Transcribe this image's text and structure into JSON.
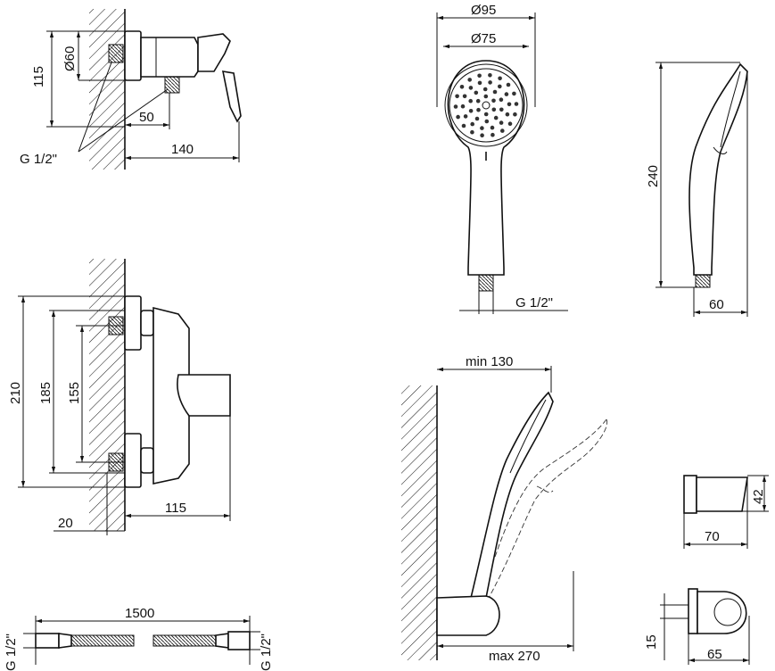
{
  "dimensions": {
    "mixer_side": {
      "diam_60": "Ø60",
      "height_115": "115",
      "offset_50": "50",
      "depth_140": "140",
      "thread": "G 1/2\""
    },
    "mixer_front": {
      "h_210": "210",
      "h_185": "185",
      "h_155": "155",
      "w_20": "20",
      "w_115": "115"
    },
    "hose": {
      "length_1500": "1500",
      "thread_left": "G 1/2\"",
      "thread_right": "G 1/2\""
    },
    "shower_head_front": {
      "diam_95": "Ø95",
      "diam_75": "Ø75",
      "thread": "G 1/2\""
    },
    "shower_head_side": {
      "height_240": "240",
      "width_60": "60"
    },
    "holder_assembly": {
      "min_130": "min 130",
      "max_270": "max 270"
    },
    "holder_top": {
      "h_42": "42",
      "w_70": "70"
    },
    "holder_side": {
      "h_15": "15",
      "w_65": "65"
    }
  }
}
